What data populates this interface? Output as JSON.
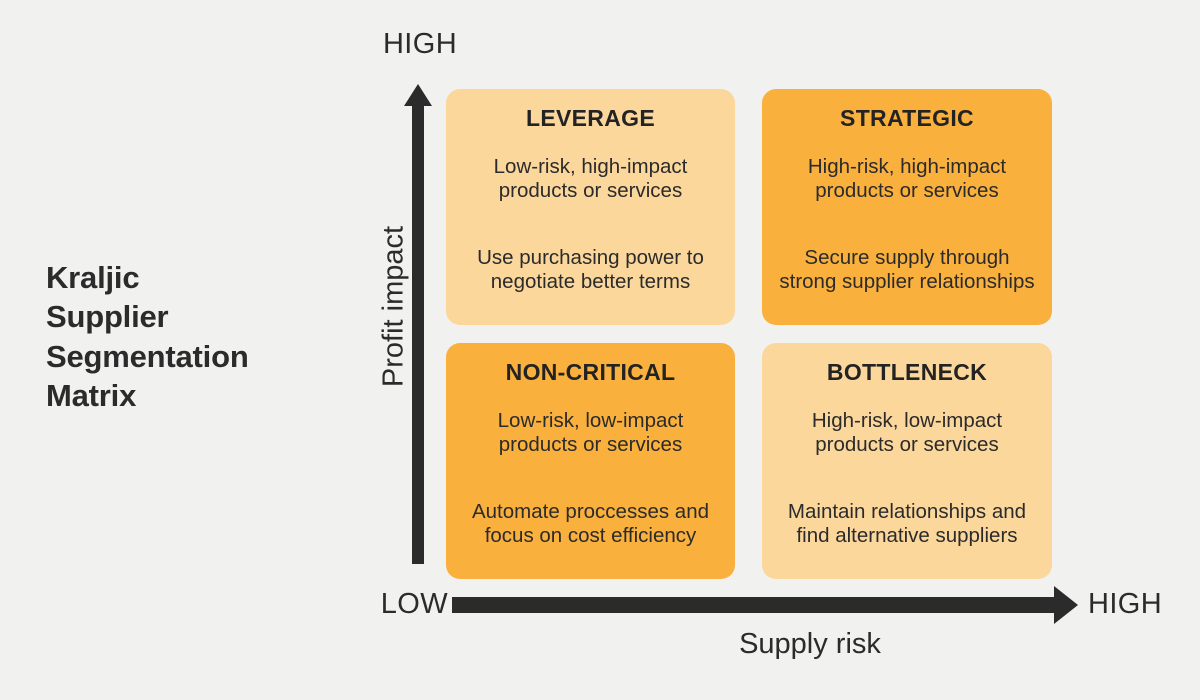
{
  "title": {
    "lines": [
      "Kraljic",
      "Supplier",
      "Segmentation",
      "Matrix"
    ]
  },
  "axes": {
    "y": {
      "title": "Profit impact",
      "high_label": "HIGH"
    },
    "x": {
      "title": "Supply risk",
      "low_label": "LOW",
      "high_label": "HIGH"
    }
  },
  "colors": {
    "background": "#F1F1F0",
    "light_orange": "#FCD79C",
    "dark_orange": "#FAB03D",
    "ink": "#2B2B2B"
  },
  "chart_data": {
    "type": "table",
    "title": "Kraljic Supplier Segmentation Matrix",
    "xlabel": "Supply risk",
    "ylabel": "Profit impact",
    "x_ticks": [
      "LOW",
      "HIGH"
    ],
    "y_ticks": [
      "HIGH"
    ],
    "quadrants": [
      {
        "name": "LEVERAGE",
        "position": "top-left",
        "supply_risk": "low",
        "profit_impact": "high",
        "description": "Low-risk, high-impact products or services",
        "action": "Use purchasing power to negotiate better terms",
        "color": "#FCD79C"
      },
      {
        "name": "STRATEGIC",
        "position": "top-right",
        "supply_risk": "high",
        "profit_impact": "high",
        "description": "High-risk, high-impact products or services",
        "action": "Secure supply through strong supplier relationships",
        "color": "#FAB03D"
      },
      {
        "name": "NON-CRITICAL",
        "position": "bottom-left",
        "supply_risk": "low",
        "profit_impact": "low",
        "description": "Low-risk, low-impact products or services",
        "action": "Automate proccesses and focus on cost efficiency",
        "color": "#FAB03D"
      },
      {
        "name": "BOTTLENECK",
        "position": "bottom-right",
        "supply_risk": "high",
        "profit_impact": "low",
        "description": "High-risk, low-impact products or services",
        "action": "Maintain relationships and find alternative suppliers",
        "color": "#FCD79C"
      }
    ]
  }
}
